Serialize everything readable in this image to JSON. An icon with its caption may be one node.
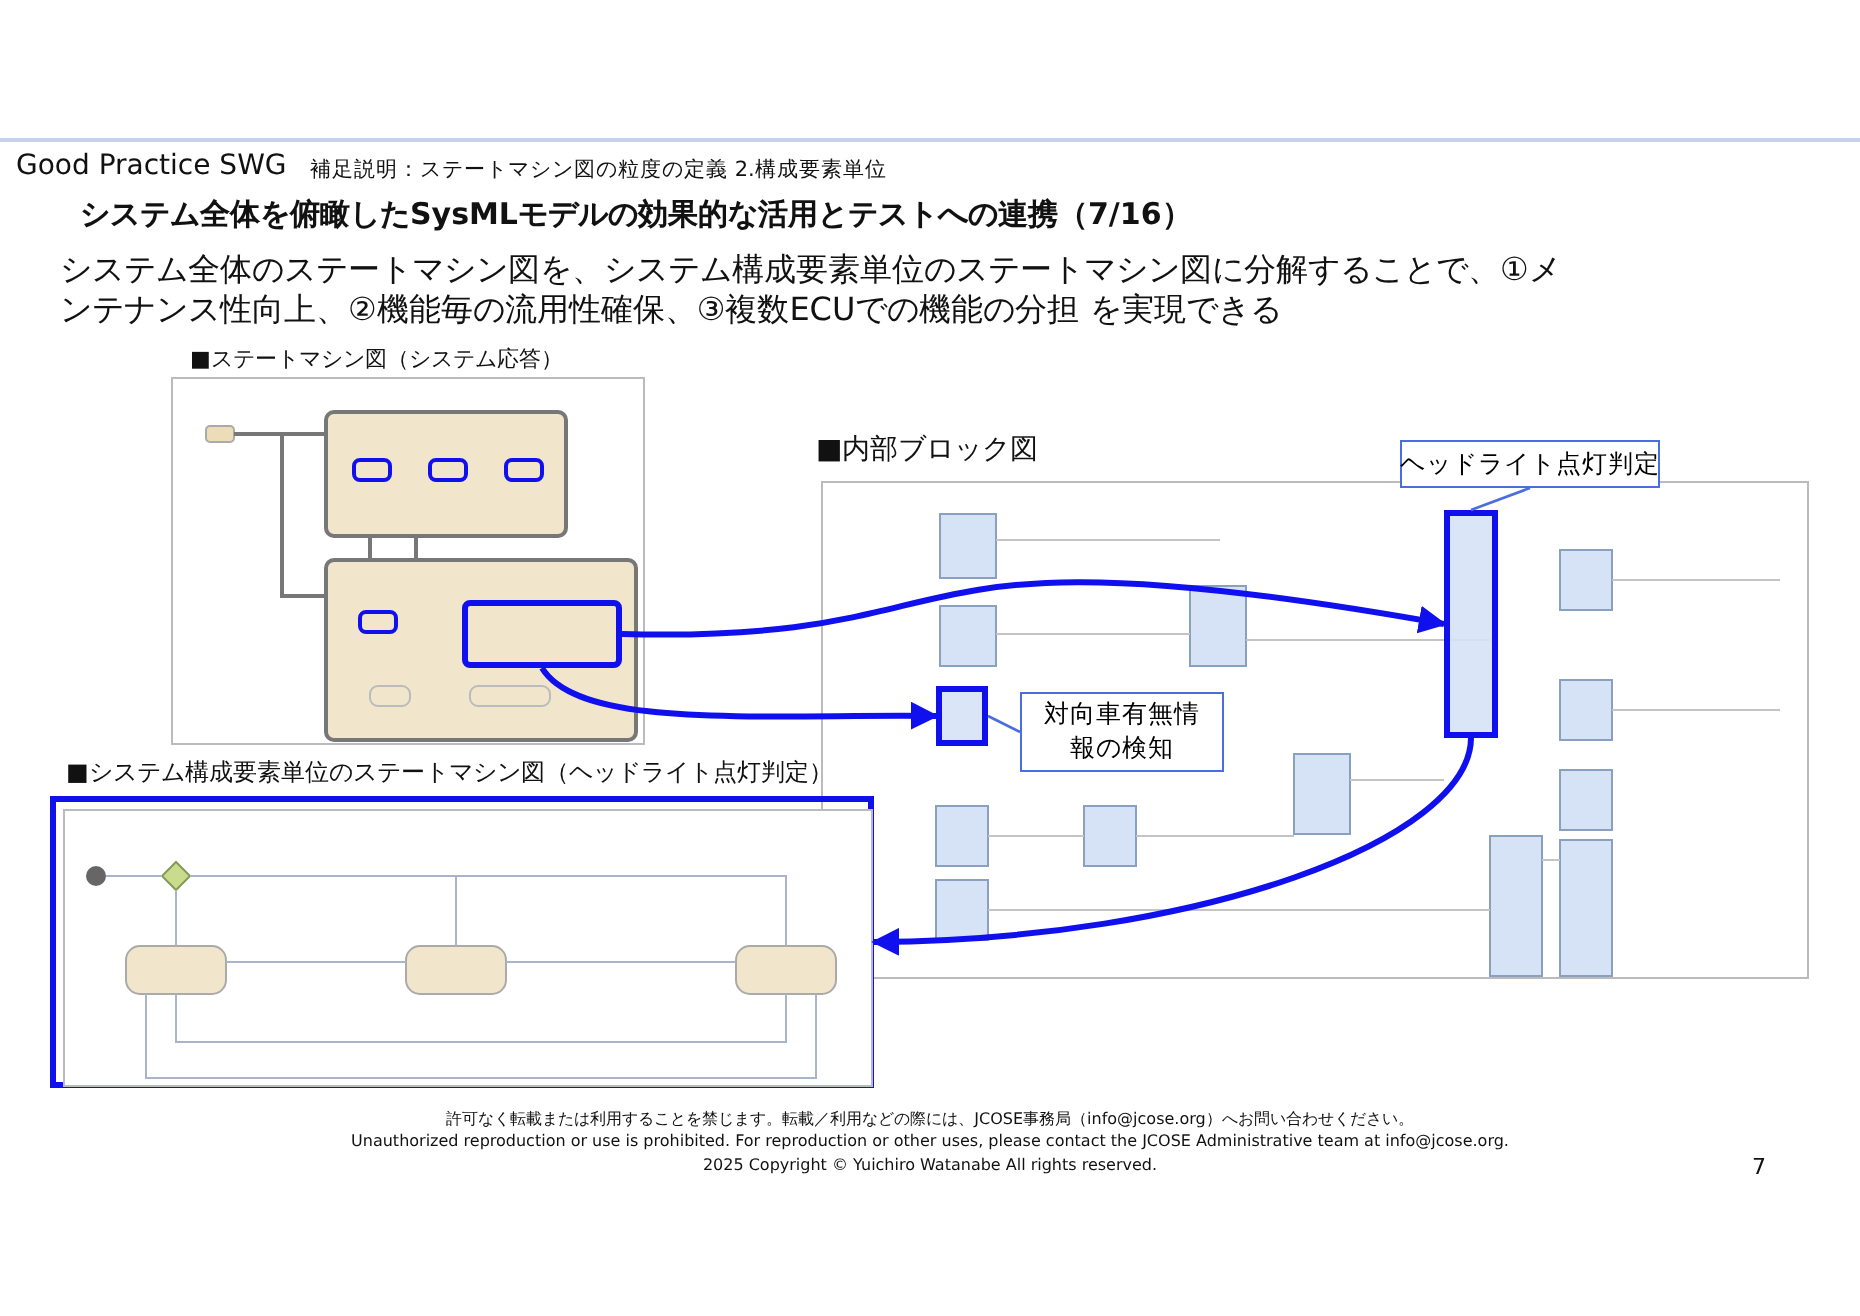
{
  "diagram": {
    "title": "システム全体を俯瞰したSysMLモデルの効果的な活用とテストへの連携（7/16）",
    "nodes": [
      {
        "text": [],
        "shape": "picture",
        "beside": [
          "■ステートマシン図（システム応答）"
        ]
      },
      {
        "text": [],
        "shape": "box",
        "in": 0
      },
      {
        "text": [],
        "shape": "picture",
        "beside": [
          "■内部ブロック図"
        ]
      },
      {
        "text": [],
        "shape": "box",
        "in": 2
      },
      {
        "text": [],
        "shape": "box",
        "in": 2
      },
      {
        "text": [
          "ヘッドライト点灯判定"
        ]
      },
      {
        "text": [
          "対向車有無情報の検知"
        ],
        "in": 2
      },
      {
        "text": [],
        "shape": "picture",
        "beside": [
          "■システム構成要素単位のステートマシン図（ヘッドライト点灯判定）"
        ]
      }
    ],
    "edges": [
      {
        "from": 1,
        "to": 3,
        "arrow": "to"
      },
      {
        "from": 1,
        "to": 4,
        "arrow": "to"
      },
      {
        "from": 3,
        "to": 7,
        "arrow": "to"
      },
      {
        "from": 5,
        "to": 3,
        "arrow": "none",
        "color": "#4a6ee0"
      },
      {
        "from": 6,
        "to": 4,
        "arrow": "none",
        "color": "#4a6ee0"
      }
    ],
    "labels": [
      "Good Practice SWG",
      "補足説明：ステートマシン図の粒度の定義 2.構成要素単位",
      "システム全体のステートマシン図を、システム構成要素単位のステートマシン図に分解することで、①メンテナンス性向上、②機能毎の流用性確保、③複数ECUでの機能の分担 を実現できる",
      "許可なく転載または利用することを禁じます。転載／利用などの際には、JCOSE事務局（info@jcose.org）へお問い合わせください。",
      "Unauthorized reproduction or use is prohibited.  For reproduction or other uses, please contact the JCOSE Administrative team at info@jcose.org.",
      "2025 Copyright © Yuichiro Watanabe All rights reserved.",
      "7"
    ]
  }
}
